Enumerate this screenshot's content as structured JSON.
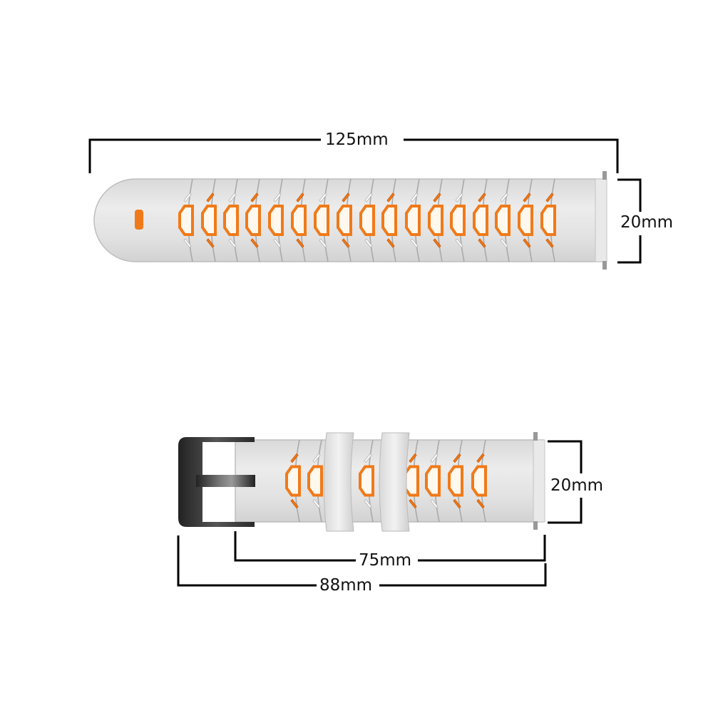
{
  "product": "watch strap dimension diagram",
  "colors": {
    "strap": "#e6e6e6",
    "strap_edge": "#bdbdbd",
    "accent": "#f07a1a",
    "slot_fill": "#ffffff",
    "buckle": "#3a3a3a",
    "dim_line": "#000000"
  },
  "long_strap": {
    "length_label": "125mm",
    "width_label": "20mm",
    "slot_x": [
      262,
      294,
      325,
      356,
      388,
      420,
      452,
      484,
      516,
      547,
      580,
      612,
      643,
      675,
      706,
      738,
      770
    ],
    "marker_colors": [
      "white",
      "orange",
      "white",
      "orange",
      "white",
      "orange",
      "white",
      "orange",
      "white",
      "orange",
      "white",
      "orange",
      "white",
      "orange",
      "white",
      "orange",
      "orange"
    ]
  },
  "buckle_strap": {
    "width_label": "20mm",
    "inner_length_label": "75mm",
    "total_length_label": "88mm",
    "slot_x": [
      412,
      443,
      515,
      578,
      608,
      640,
      673
    ],
    "marker_colors": [
      "orange",
      "white",
      "white",
      "orange",
      "white",
      "orange",
      "orange"
    ]
  }
}
